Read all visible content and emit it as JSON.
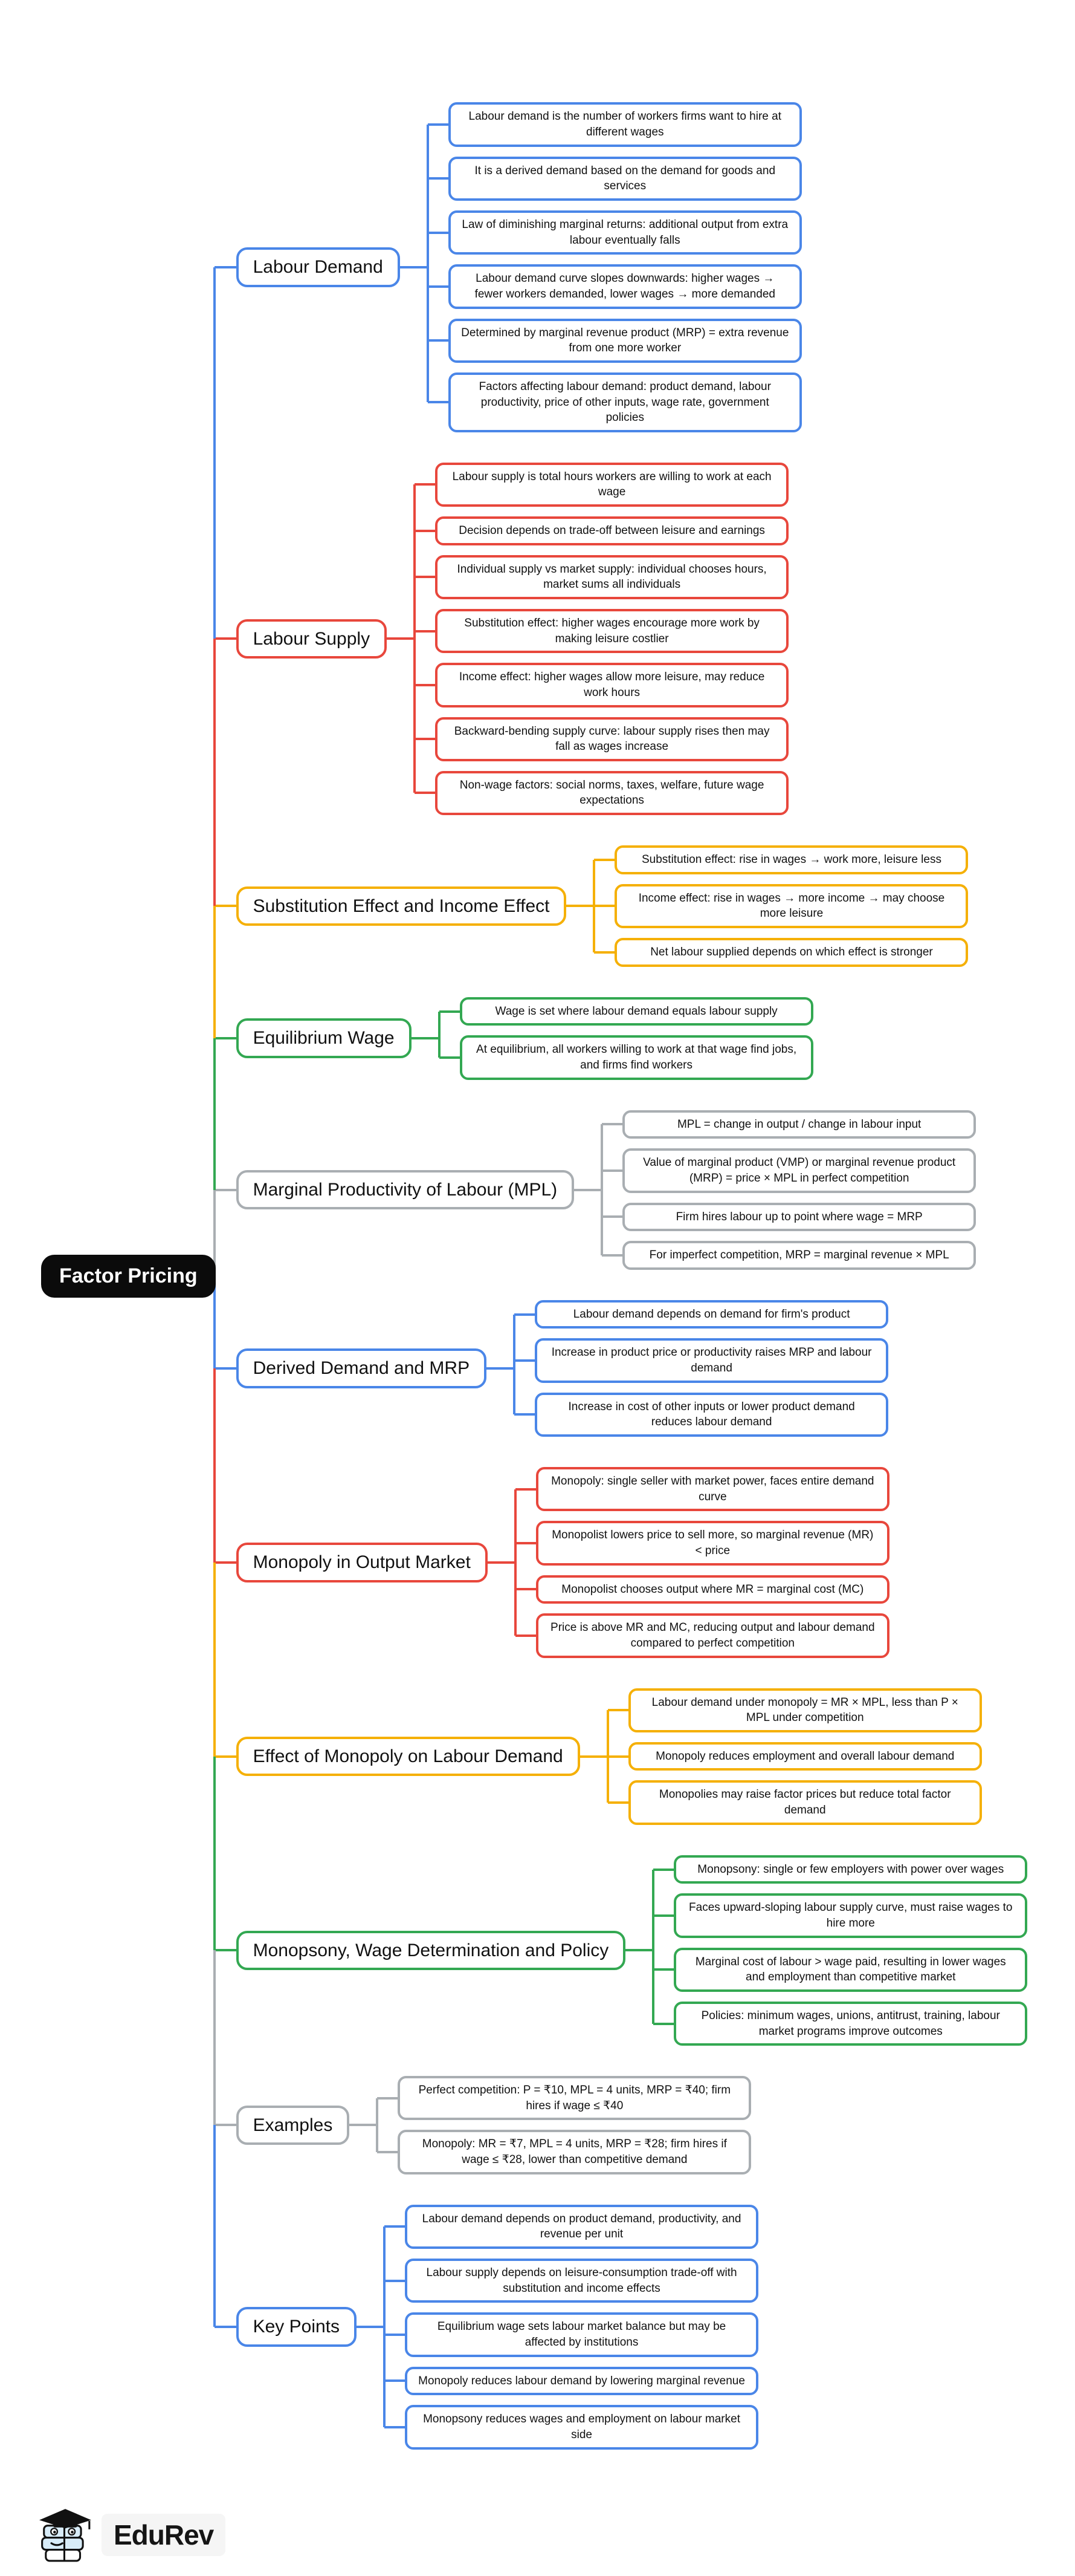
{
  "root": {
    "label": "Factor Pricing"
  },
  "colors": {
    "root_bg": "#0B0B0B",
    "blue": "#4A86E8",
    "red": "#E8473C",
    "yellow": "#F5B005",
    "green": "#33A852",
    "gray": "#A9AEB2"
  },
  "branches": [
    {
      "label": "Labour Demand",
      "color": "blue",
      "children": [
        "Labour demand is the number of workers firms want to hire at different wages",
        "It is a derived demand based on the demand for goods and services",
        "Law of diminishing marginal returns: additional output from extra labour eventually falls",
        "Labour demand curve slopes downwards: higher wages → fewer workers demanded, lower wages → more demanded",
        "Determined by marginal revenue product (MRP) = extra revenue from one more worker",
        "Factors affecting labour demand: product demand, labour productivity, price of other inputs, wage rate, government policies"
      ]
    },
    {
      "label": "Labour Supply",
      "color": "red",
      "children": [
        "Labour supply is total hours workers are willing to work at each wage",
        "Decision depends on trade-off between leisure and earnings",
        "Individual supply vs market supply: individual chooses hours, market sums all individuals",
        "Substitution effect: higher wages encourage more work by making leisure costlier",
        "Income effect: higher wages allow more leisure, may reduce work hours",
        "Backward-bending supply curve: labour supply rises then may fall as wages increase",
        "Non-wage factors: social norms, taxes, welfare, future wage expectations"
      ]
    },
    {
      "label": "Substitution Effect and Income Effect",
      "color": "yellow",
      "children": [
        "Substitution effect: rise in wages → work more, leisure less",
        "Income effect: rise in wages → more income → may choose more leisure",
        "Net labour supplied depends on which effect is stronger"
      ]
    },
    {
      "label": "Equilibrium Wage",
      "color": "green",
      "children": [
        "Wage is set where labour demand equals labour supply",
        "At equilibrium, all workers willing to work at that wage find jobs, and firms find workers"
      ]
    },
    {
      "label": "Marginal Productivity of Labour (MPL)",
      "color": "gray",
      "children": [
        "MPL = change in output / change in labour input",
        "Value of marginal product (VMP) or marginal revenue product (MRP) = price × MPL in perfect competition",
        "Firm hires labour up to point where wage = MRP",
        "For imperfect competition, MRP = marginal revenue × MPL"
      ]
    },
    {
      "label": "Derived Demand and MRP",
      "color": "blue",
      "children": [
        "Labour demand depends on demand for firm's product",
        "Increase in product price or productivity raises MRP and labour demand",
        "Increase in cost of other inputs or lower product demand reduces labour demand"
      ]
    },
    {
      "label": "Monopoly in Output Market",
      "color": "red",
      "children": [
        "Monopoly: single seller with market power, faces entire demand curve",
        "Monopolist lowers price to sell more, so marginal revenue (MR) < price",
        "Monopolist chooses output where MR = marginal cost (MC)",
        "Price is above MR and MC, reducing output and labour demand compared to perfect competition"
      ]
    },
    {
      "label": "Effect of Monopoly on Labour Demand",
      "color": "yellow",
      "children": [
        "Labour demand under monopoly = MR × MPL, less than P × MPL under competition",
        "Monopoly reduces employment and overall labour demand",
        "Monopolies may raise factor prices but reduce total factor demand"
      ]
    },
    {
      "label": "Monopsony, Wage Determination and Policy",
      "color": "green",
      "children": [
        "Monopsony: single or few employers with power over wages",
        "Faces upward-sloping labour supply curve, must raise wages to hire more",
        "Marginal cost of labour > wage paid, resulting in lower wages and employment than competitive market",
        "Policies: minimum wages, unions, antitrust, training, labour market programs improve outcomes"
      ]
    },
    {
      "label": "Examples",
      "color": "gray",
      "children": [
        "Perfect competition: P = ₹10, MPL = 4 units, MRP = ₹40; firm hires if wage ≤ ₹40",
        "Monopoly: MR = ₹7, MPL = 4 units, MRP = ₹28; firm hires if wage ≤ ₹28, lower than competitive demand"
      ]
    },
    {
      "label": "Key Points",
      "color": "blue",
      "children": [
        "Labour demand depends on product demand, productivity, and revenue per unit",
        "Labour supply depends on leisure-consumption trade-off with substitution and income effects",
        "Equilibrium wage sets labour market balance but may be affected by institutions",
        "Monopoly reduces labour demand by lowering marginal revenue",
        "Monopsony reduces wages and employment on labour market side"
      ]
    }
  ],
  "watermark": {
    "brand": "EduRev"
  }
}
